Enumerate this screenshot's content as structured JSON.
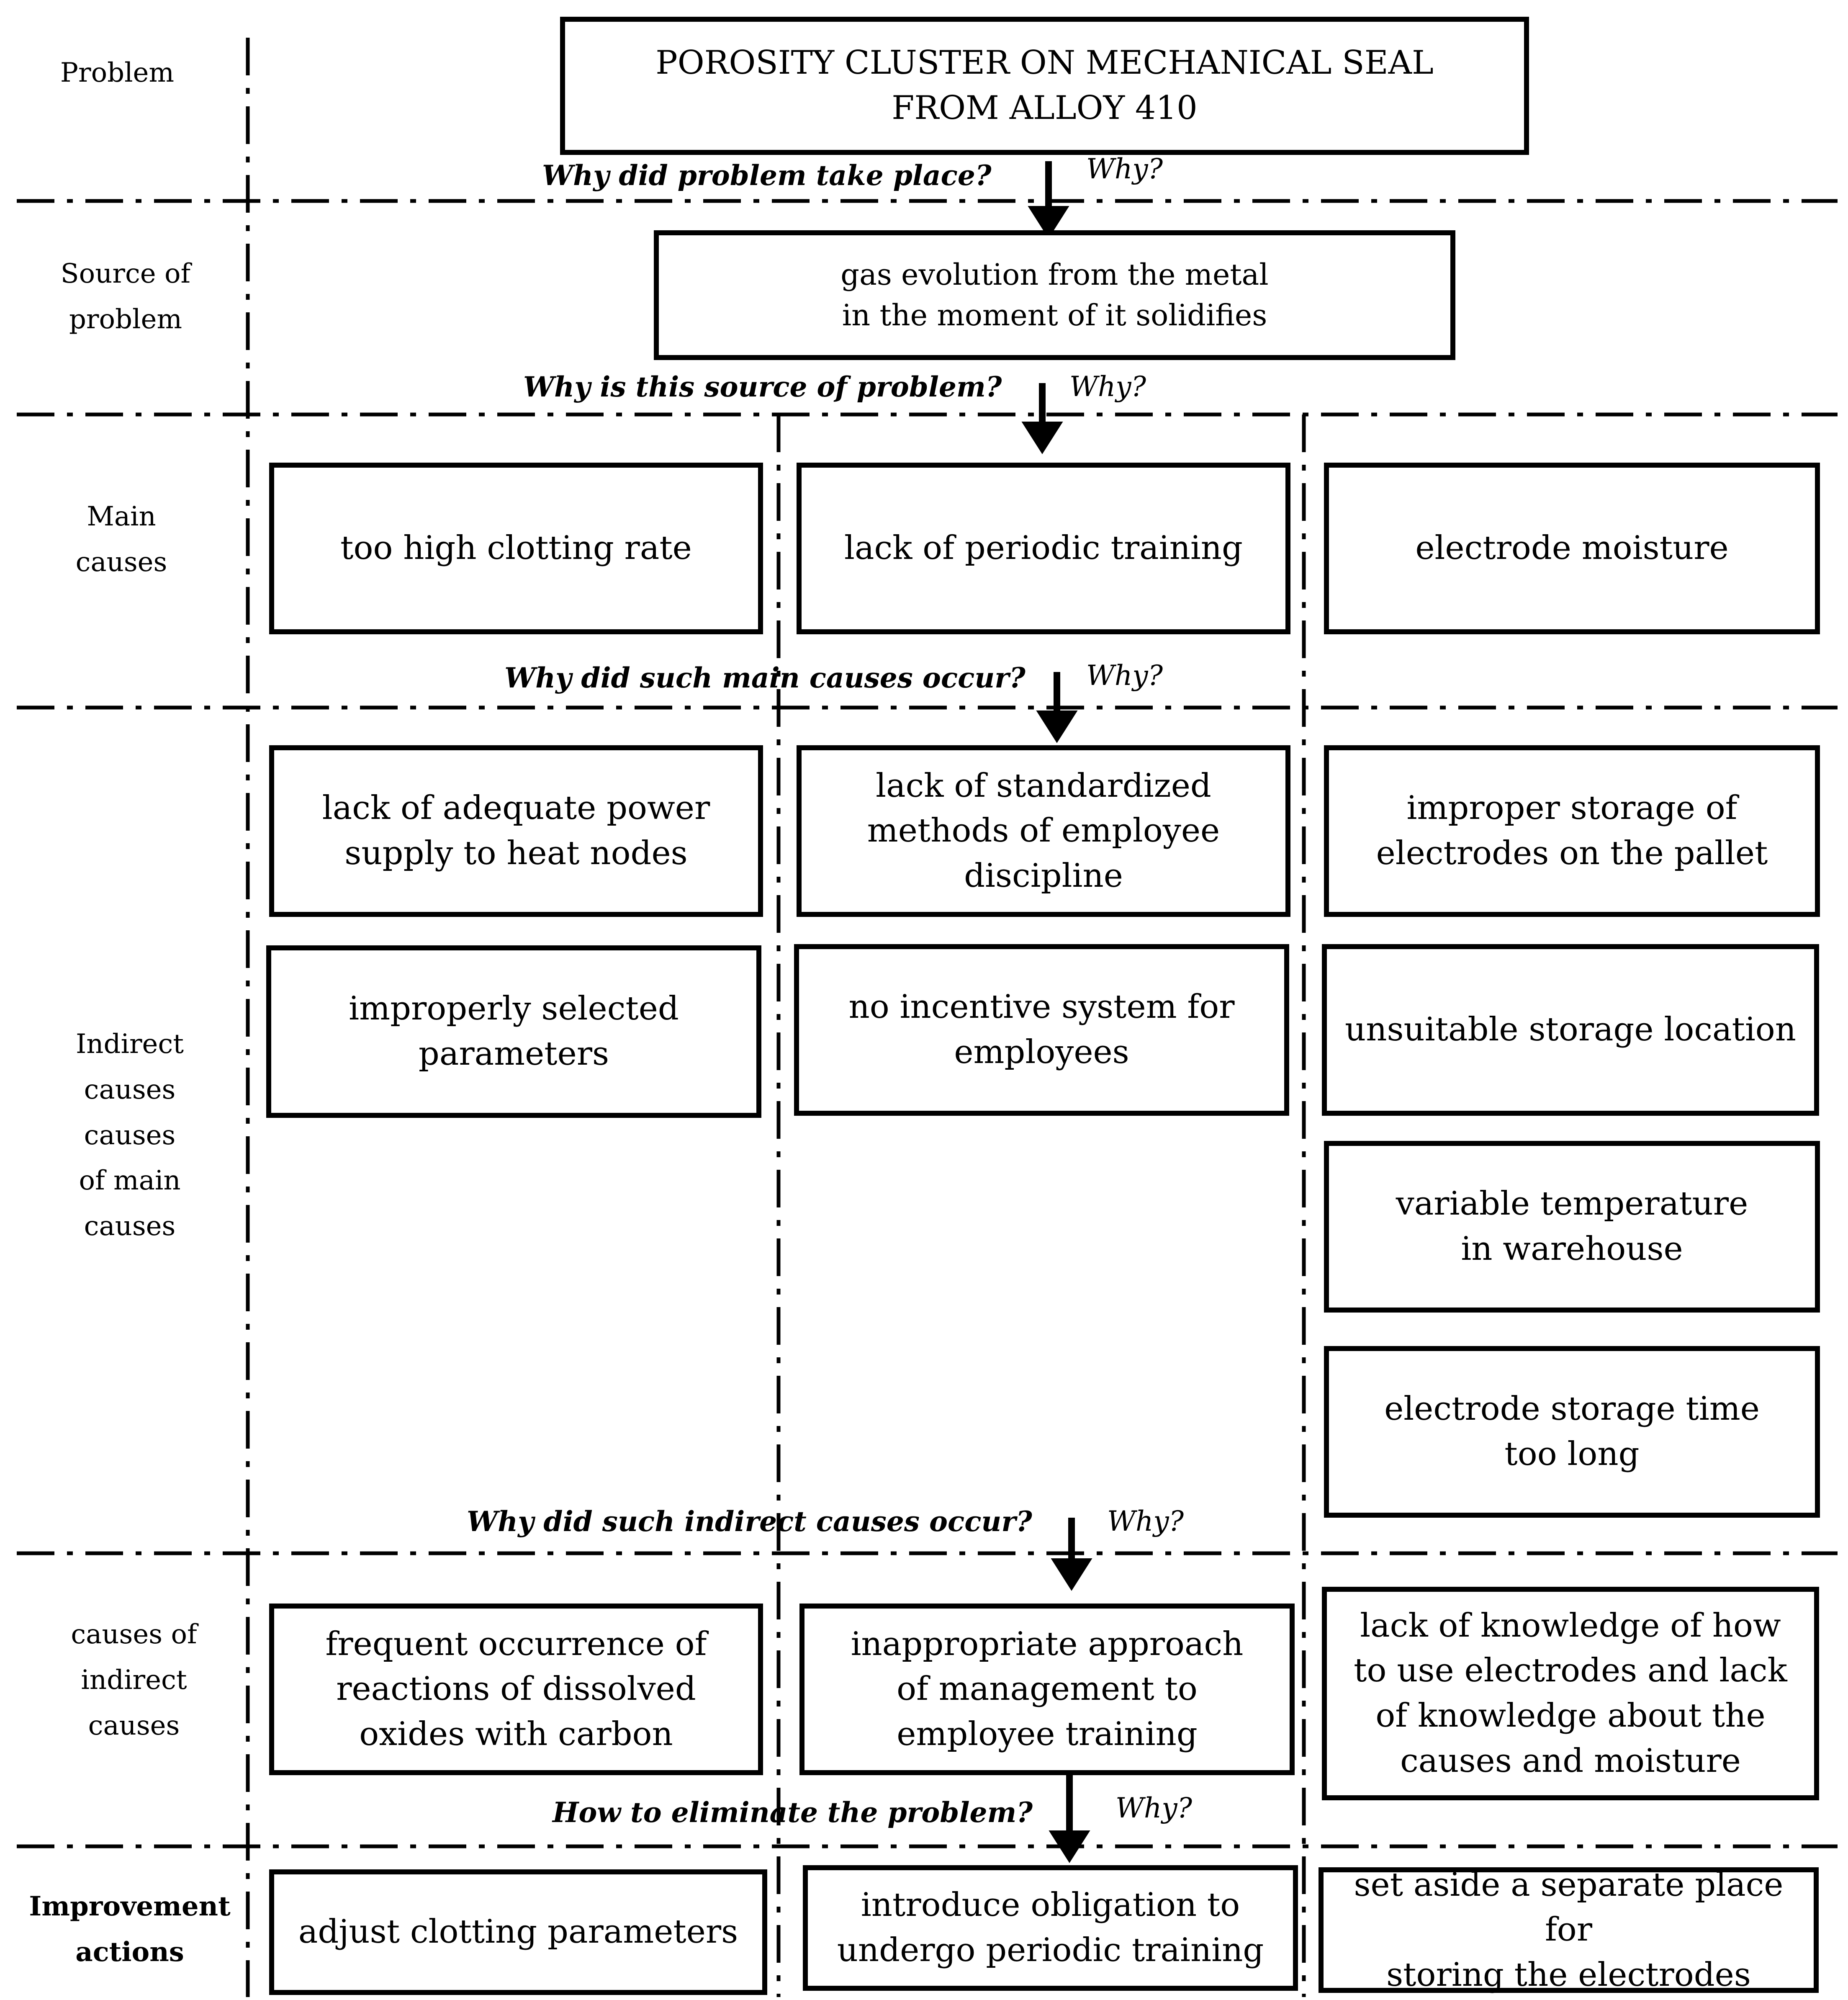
{
  "rows": {
    "problem": "Problem",
    "source": "Source of\nproblem",
    "main": "Main\ncauses",
    "indirect": "Indirect\ncauses\ncauses\nof main\ncauses",
    "causes_of_indirect": "causes of\nindirect\ncauses",
    "improvement": "Improvement\nactions"
  },
  "questions": {
    "q1": "Why did problem take place?",
    "q2": "Why is this source of problem?",
    "q3": "Why did such main causes occur?",
    "q4": "Why did such indirect causes occur?",
    "q5": "How to eliminate the problem?"
  },
  "why_label": "Why?",
  "boxes": {
    "problem": "POROSITY CLUSTER ON MECHANICAL SEAL\nFROM ALLOY 410",
    "source": "gas evolution from the metal\nin the moment of it solidifies",
    "main": [
      "too high clotting rate",
      "lack of periodic training",
      "electrode moisture"
    ],
    "indirect_col1": [
      "lack of adequate power\nsupply to heat nodes",
      "improperly selected\nparameters"
    ],
    "indirect_col2": [
      "lack of standardized\nmethods of employee\ndiscipline",
      "no incentive system for\nemployees"
    ],
    "indirect_col3": [
      "improper storage of\nelectrodes on the pallet",
      "unsuitable storage location",
      "variable temperature\nin warehouse",
      "electrode storage time\ntoo long"
    ],
    "causes_of_indirect": [
      "frequent occurrence of\nreactions of dissolved\noxides with carbon",
      "inappropriate approach\nof management to\nemployee training",
      "lack of knowledge of how\nto use electrodes and lack\nof knowledge about the\ncauses and moisture"
    ],
    "improvement": [
      "adjust clotting parameters",
      "introduce obligation to\nundergo periodic training",
      "set aside a separate place for\nstoring the electrodes"
    ]
  }
}
